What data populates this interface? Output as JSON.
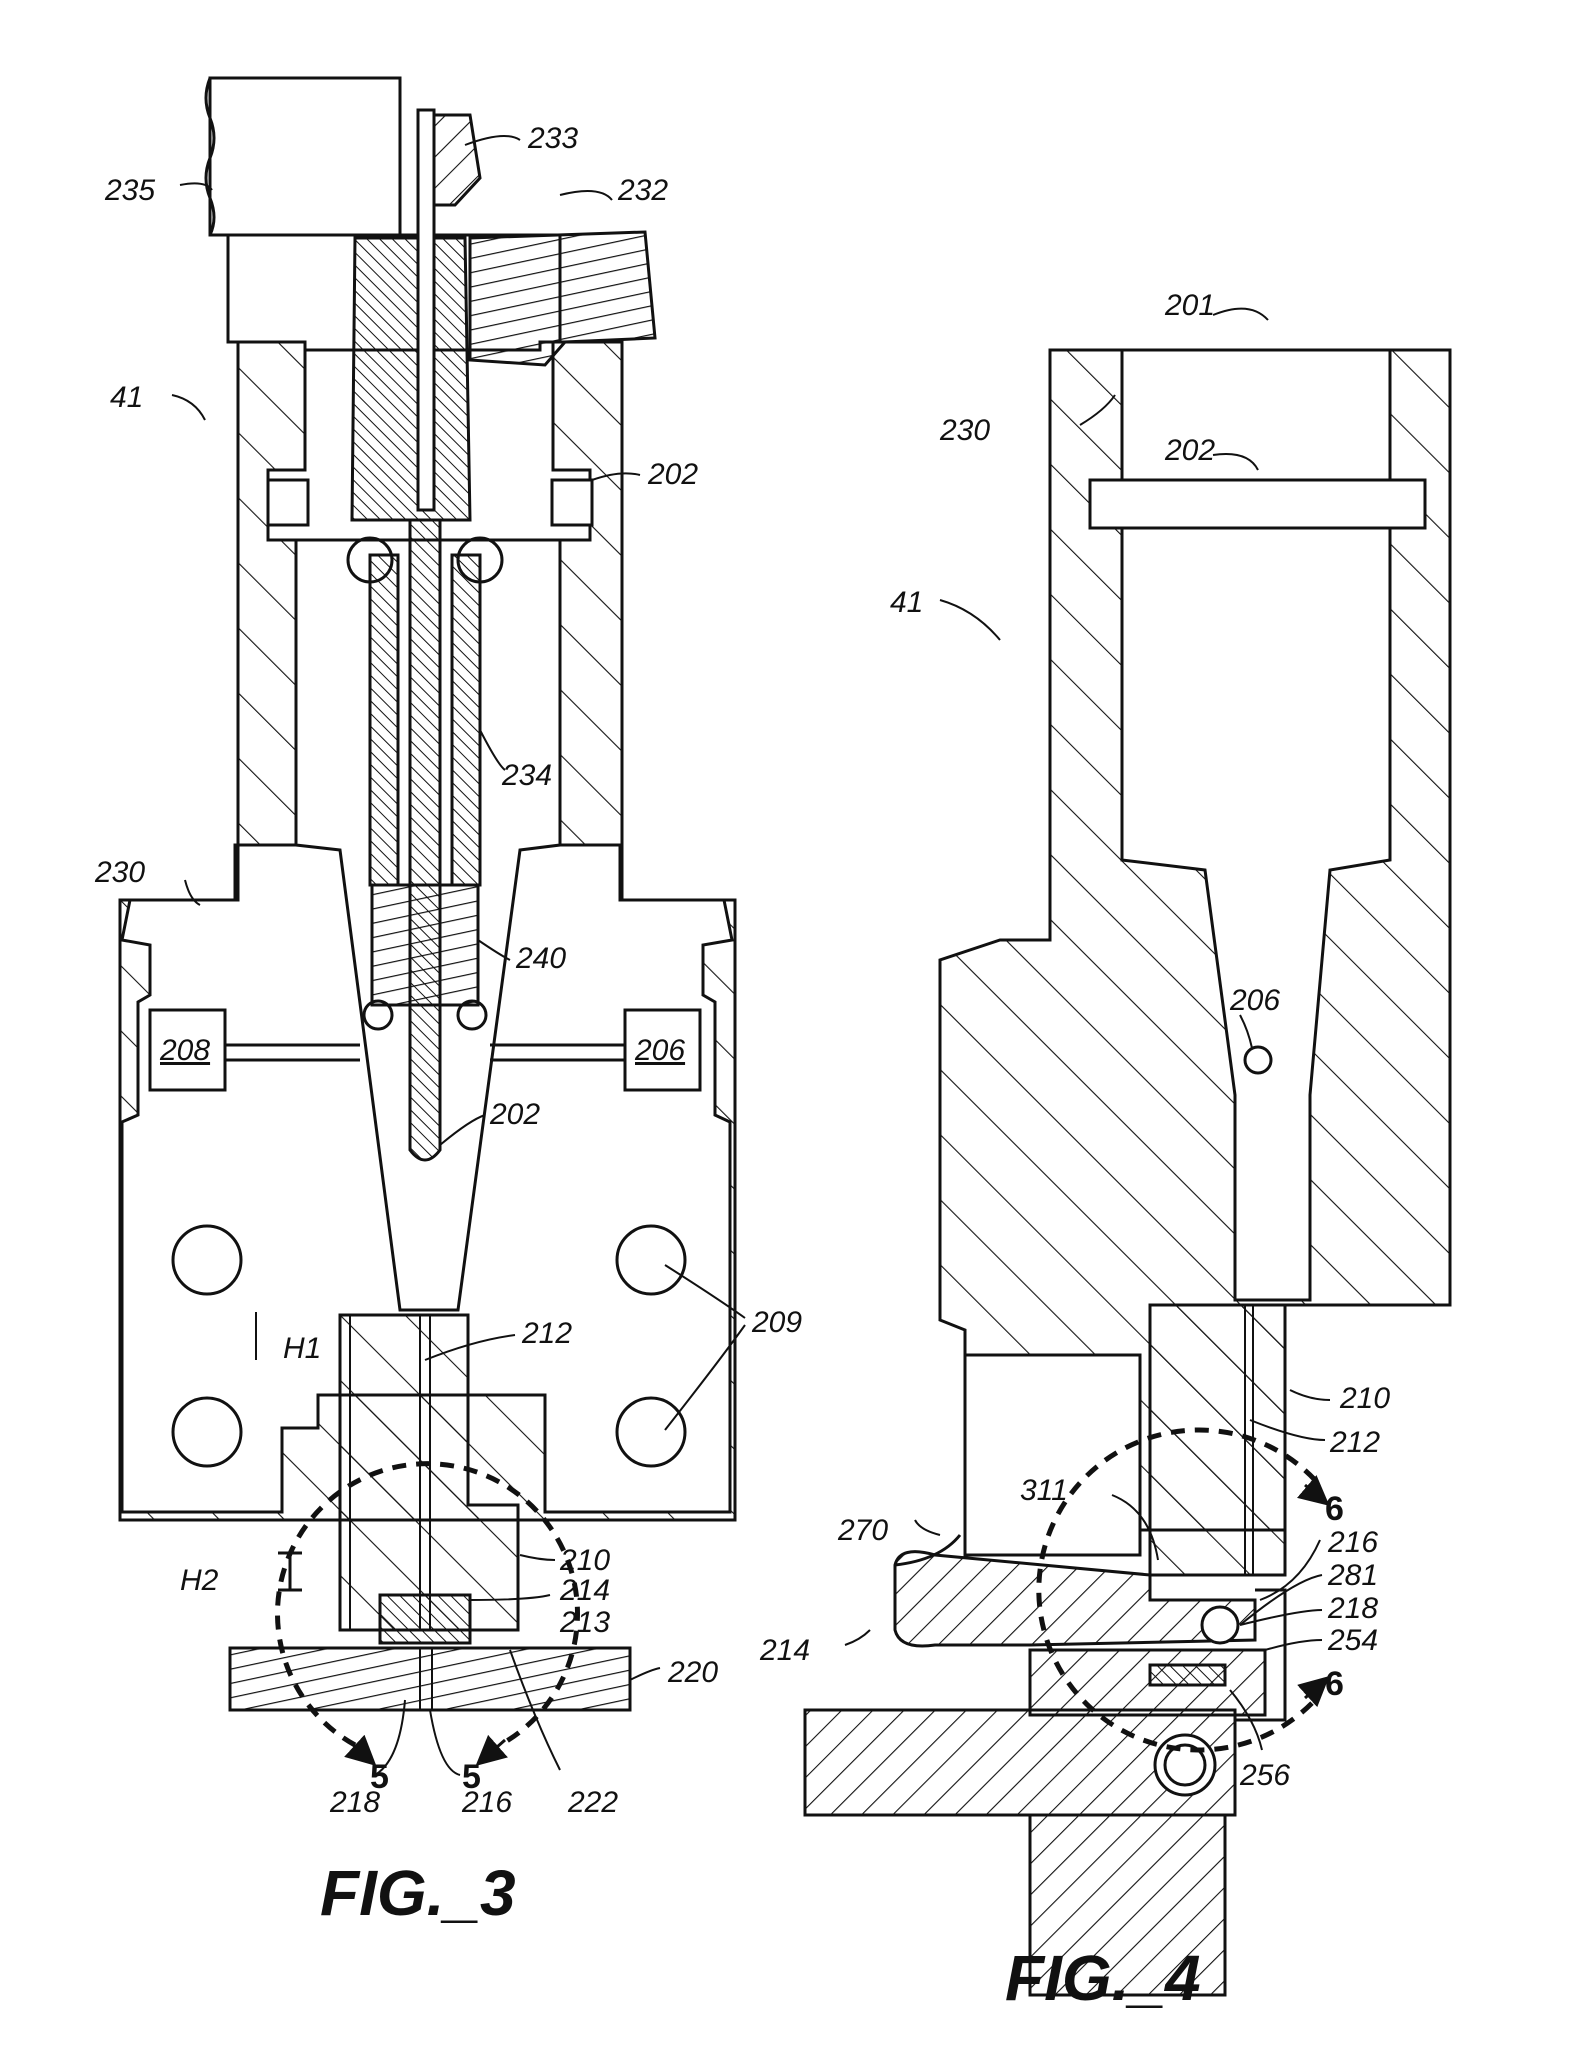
{
  "figures": [
    {
      "id": "fig3",
      "caption": "FIG._3",
      "labels": {
        "l41": "41",
        "l235": "235",
        "l233": "233",
        "l232": "232",
        "l202a": "202",
        "l234": "234",
        "l230": "230",
        "l240": "240",
        "l208": "208",
        "l206": "206",
        "l202b": "202",
        "l209": "209",
        "l212": "212",
        "lH1": "H1",
        "lH2": "H2",
        "l210": "210",
        "l214": "214",
        "l213": "213",
        "l220": "220",
        "l218": "218",
        "l216": "216",
        "l222": "222",
        "l5a": "5",
        "l5b": "5"
      }
    },
    {
      "id": "fig4",
      "caption": "FIG._4",
      "labels": {
        "l201": "201",
        "l230": "230",
        "l202": "202",
        "l41": "41",
        "l206": "206",
        "l210": "210",
        "l212": "212",
        "l311": "311",
        "l6a": "6",
        "l216": "216",
        "l270": "270",
        "l281": "281",
        "l218": "218",
        "l214": "214",
        "l254": "254",
        "l6b": "6",
        "l256": "256"
      }
    }
  ]
}
